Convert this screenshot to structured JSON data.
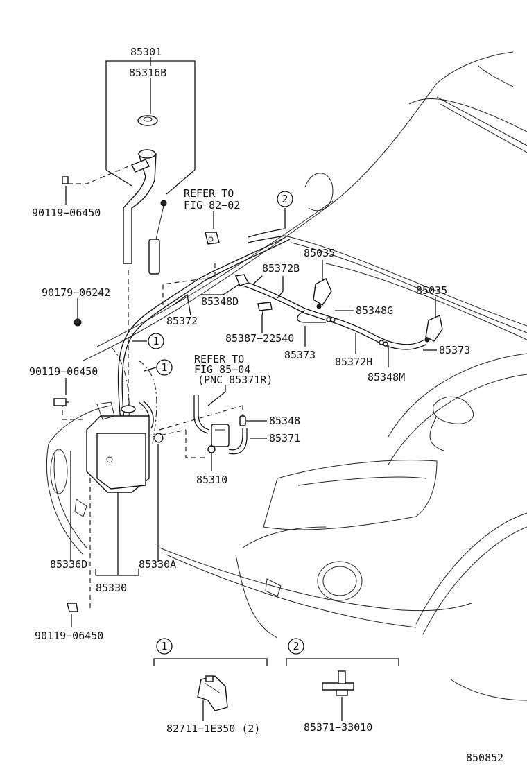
{
  "labels": {
    "p85301": "85301",
    "p85316b": "85316B",
    "p90119_a": "90119−06450",
    "refer1_l1": "REFER TO",
    "refer1_l2": "FIG 82−02",
    "p90179": "90179−06242",
    "p85372": "85372",
    "p85348d": "85348D",
    "p85372b": "85372B",
    "p85035_a": "85035",
    "p85035_b": "85035",
    "p85348g": "85348G",
    "p85387": "85387−22540",
    "p85373_a": "85373",
    "p85373_b": "85373",
    "p85372h": "85372H",
    "p85348m": "85348M",
    "p90119_b": "90119−06450",
    "refer2_l1": "REFER TO",
    "refer2_l2": "FIG 85−04",
    "refer2_l3": "(PNC 85371R)",
    "p85348": "85348",
    "p85371": "85371",
    "p85310": "85310",
    "p85336d": "85336D",
    "p85330a": "85330A",
    "p85330": "85330",
    "p90119_c": "90119−06450",
    "p82711": "82711−1E350 (2)",
    "p85371_33010": "85371−33010",
    "fig_number": "850852"
  },
  "callouts": {
    "one": "1",
    "two": "2"
  }
}
